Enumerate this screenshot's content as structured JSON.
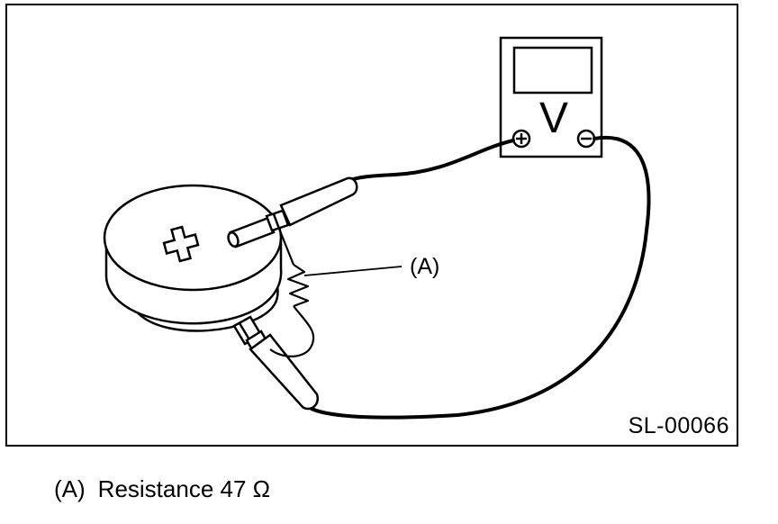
{
  "diagram": {
    "reference_code": "SL-00066",
    "callout_label": "(A)",
    "meter_symbol": "V",
    "meter_positive_symbol": "+",
    "meter_negative_symbol": "−",
    "icons": [
      "speaker-unit",
      "voltmeter",
      "resistor",
      "probe-connector",
      "cross-mark"
    ]
  },
  "caption": {
    "key": "(A)",
    "text": "Resistance 47 Ω"
  }
}
